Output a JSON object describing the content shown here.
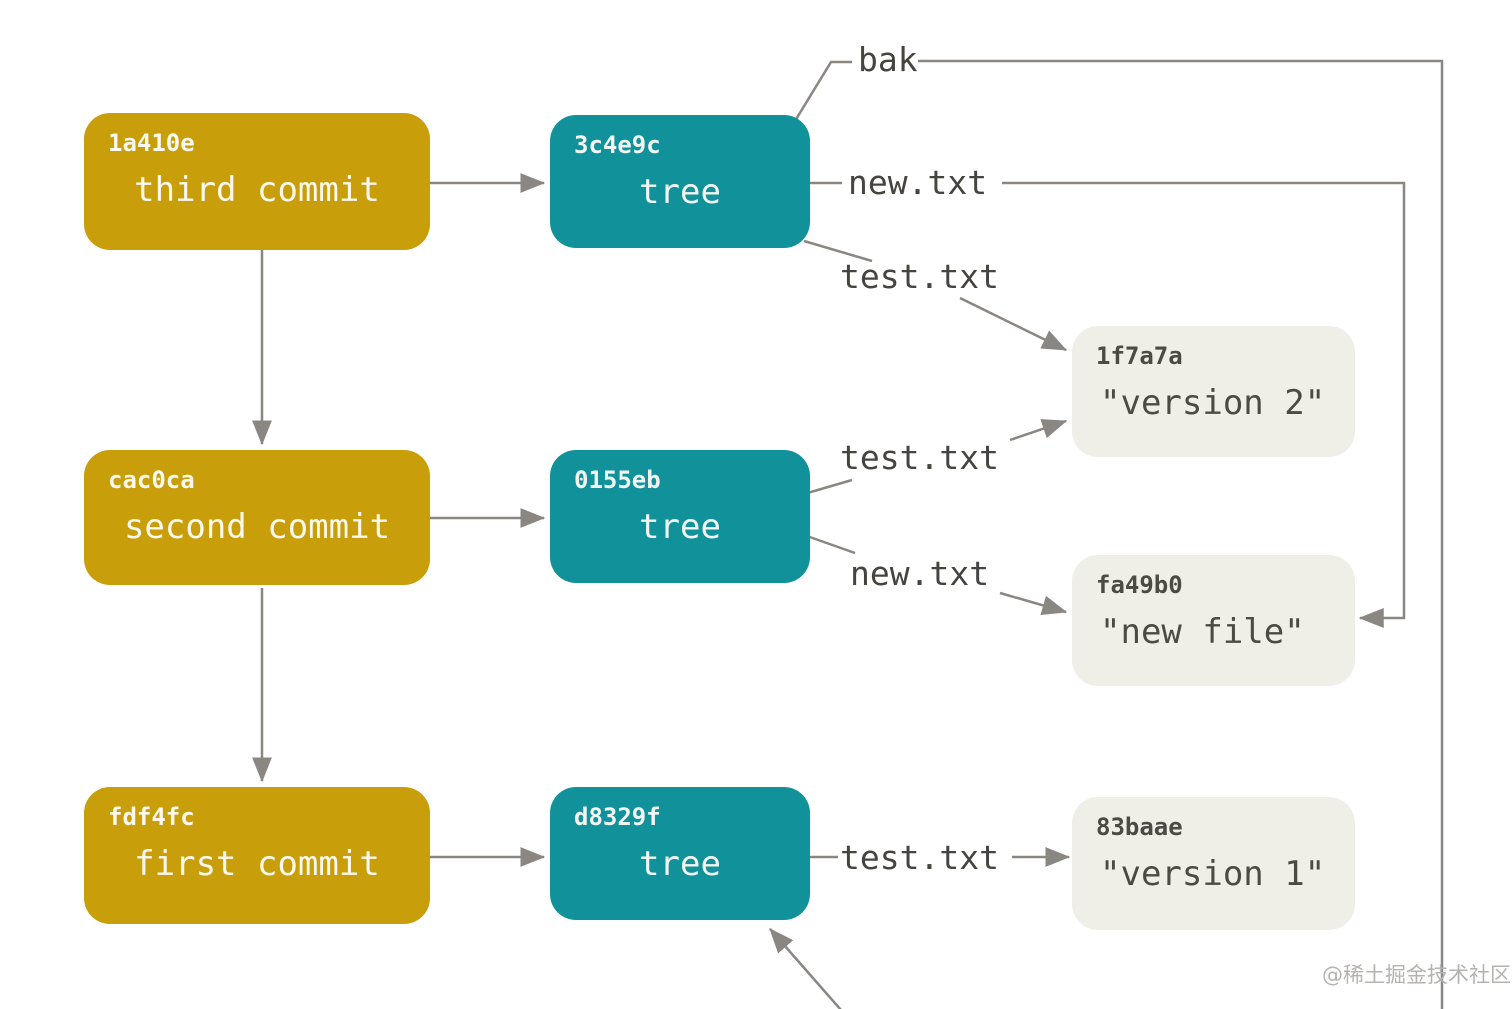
{
  "diagram": {
    "commits": [
      {
        "id": "1a410e",
        "label": "third commit"
      },
      {
        "id": "cac0ca",
        "label": "second commit"
      },
      {
        "id": "fdf4fc",
        "label": "first commit"
      }
    ],
    "trees": [
      {
        "id": "3c4e9c",
        "label": "tree"
      },
      {
        "id": "0155eb",
        "label": "tree"
      },
      {
        "id": "d8329f",
        "label": "tree"
      }
    ],
    "blobs": [
      {
        "id": "1f7a7a",
        "label": "\"version 2\""
      },
      {
        "id": "fa49b0",
        "label": "\"new file\""
      },
      {
        "id": "83baae",
        "label": "\"version 1\""
      }
    ],
    "edge_labels": [
      {
        "text": "bak"
      },
      {
        "text": "new.txt"
      },
      {
        "text": "test.txt"
      },
      {
        "text": "test.txt"
      },
      {
        "text": "new.txt"
      },
      {
        "text": "test.txt"
      }
    ],
    "watermark": "@稀土掘金技术社区",
    "colors": {
      "commit_fill": "#c89e0a",
      "tree_fill": "#11929b",
      "blob_fill": "#efeee7",
      "edge_line": "#8a8782",
      "label_text": "#45443f",
      "node_text": "#fbf8ee",
      "blob_text": "#4b4a44",
      "watermark_text": "#b5b3af"
    }
  }
}
